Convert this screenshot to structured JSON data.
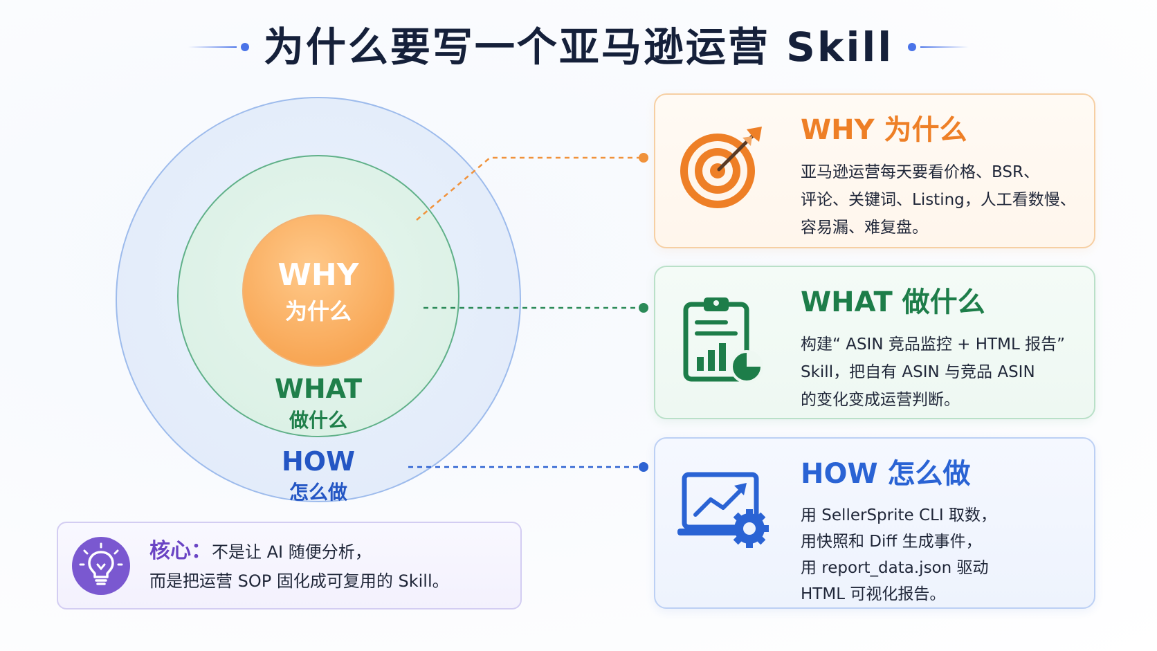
{
  "title": "为什么要写一个亚马逊运营 Skill",
  "colors": {
    "why": "#ee7f26",
    "what": "#1d7d49",
    "how": "#2a63d4",
    "core": "#6a44c4"
  },
  "circles": {
    "why": {
      "en": "WHY",
      "zh": "为什么"
    },
    "what": {
      "en": "WHAT",
      "zh": "做什么"
    },
    "how": {
      "en": "HOW",
      "zh": "怎么做"
    }
  },
  "cards": {
    "why": {
      "icon": "target-icon",
      "title": "WHY 为什么",
      "lines": [
        "亚马逊运营每天要看价格、BSR、",
        "评论、关键词、Listing，人工看数慢、",
        "容易漏、难复盘。"
      ]
    },
    "what": {
      "icon": "clipboard-chart-icon",
      "title": "WHAT 做什么",
      "lines": [
        "构建“ ASIN 竞品监控 + HTML 报告”",
        "Skill，把自有 ASIN 与竞品 ASIN",
        "的变化变成运营判断。"
      ]
    },
    "how": {
      "icon": "laptop-gear-icon",
      "title": "HOW 怎么做",
      "lines": [
        "用 SellerSprite CLI 取数，",
        "用快照和 Diff 生成事件，",
        "用 report_data.json 驱动",
        "HTML 可视化报告。"
      ]
    }
  },
  "note": {
    "icon": "lightbulb-icon",
    "key": "核心：",
    "line1": "不是让 AI 随便分析，",
    "line2": "而是把运营 SOP 固化成可复用的 Skill。"
  }
}
